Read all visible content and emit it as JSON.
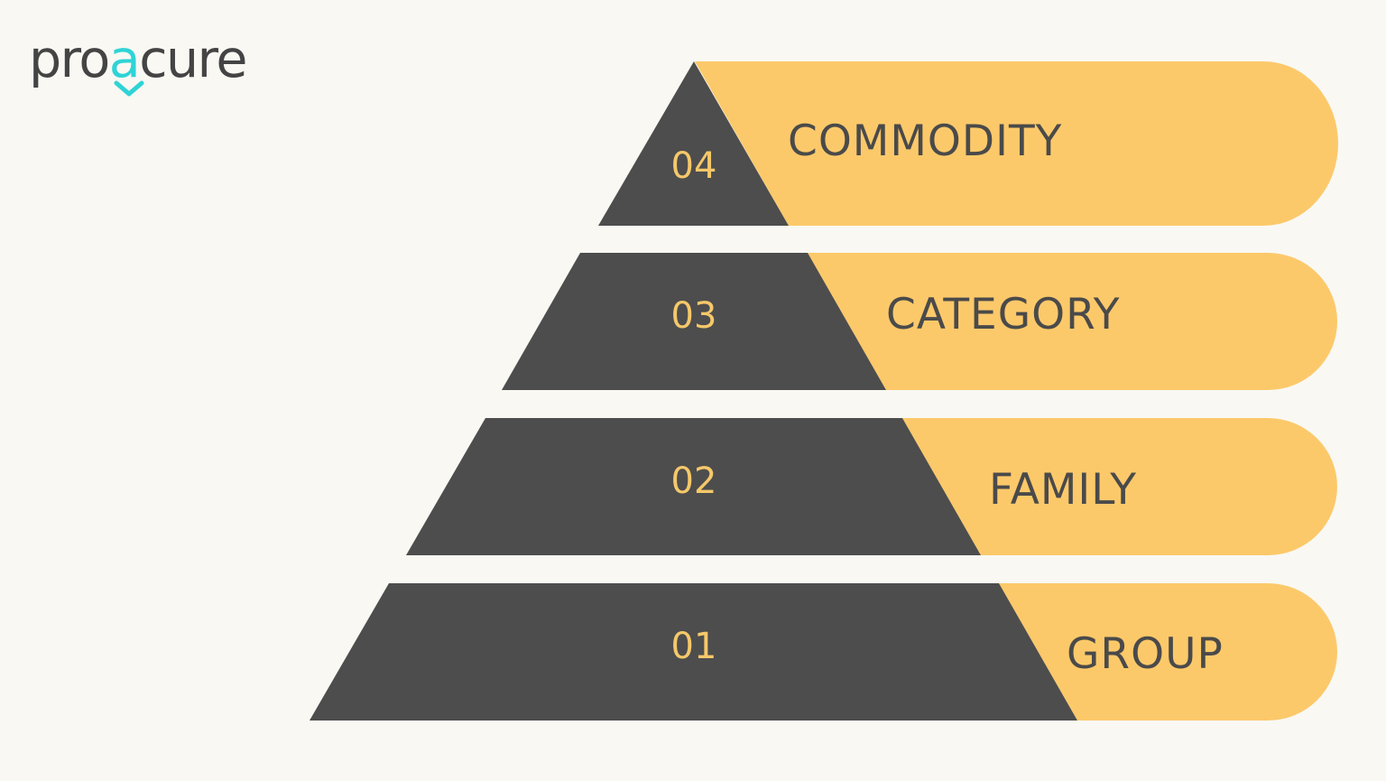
{
  "logo": {
    "text_before": "pro",
    "text_accent": "a",
    "text_after": "cure",
    "accent_color": "#2fd3d6",
    "text_color": "#444444"
  },
  "colors": {
    "background": "#f9f8f3",
    "pyramid": "#4d4d4d",
    "band": "#fcc96a",
    "number": "#f5c86a",
    "label": "#4a4a4a"
  },
  "levels": [
    {
      "number": "04",
      "label": "COMMODITY"
    },
    {
      "number": "03",
      "label": "CATEGORY"
    },
    {
      "number": "02",
      "label": "FAMILY"
    },
    {
      "number": "01",
      "label": "GROUP"
    }
  ]
}
